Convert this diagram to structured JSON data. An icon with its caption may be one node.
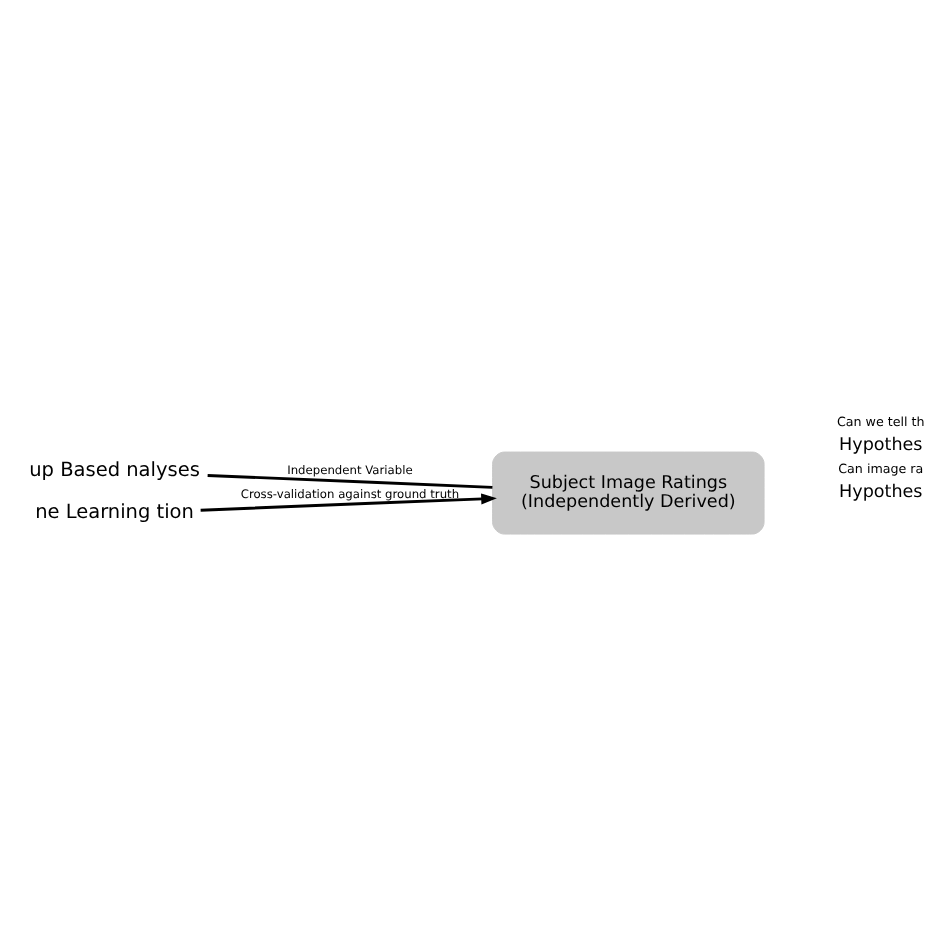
{
  "diagram": {
    "nodes": [
      {
        "text": [
          "up Based nalyses"
        ]
      },
      {
        "text": [
          "Subject Image Ratings",
          "(Independently Derived)"
        ]
      },
      {
        "text": [
          "ne Learning tion"
        ]
      }
    ],
    "edges": [
      {
        "from": 0,
        "to": 1,
        "arrow": "none",
        "label": "Independent Variable"
      },
      {
        "from": 2,
        "to": 1,
        "arrow": "to",
        "label": "Cross-validation against ground truth"
      }
    ],
    "labels": [
      "Hypothes",
      "Can image ra",
      "Hypothes",
      "Can we tell th"
    ]
  }
}
